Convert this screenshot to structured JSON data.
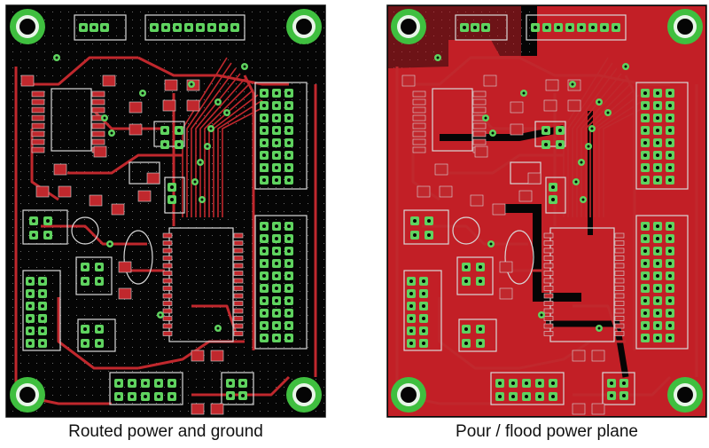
{
  "figure": {
    "panels": [
      {
        "id": "routed",
        "caption": "Routed power and ground",
        "copper_fill": false
      },
      {
        "id": "pour",
        "caption": "Pour / flood power plane",
        "copper_fill": true
      }
    ]
  },
  "colors": {
    "board": "#050505",
    "copper": "#c0282d",
    "pour": "#c21f26",
    "silkscreen": "#d8d8d8",
    "via_pad": "#5fd35f",
    "mount_hole": "#3fbf3f",
    "grid_dot": "#6a6a6a"
  },
  "icons": [
    "mounting-hole-icon",
    "via-icon",
    "smd-pad-icon",
    "header-pin-icon"
  ]
}
